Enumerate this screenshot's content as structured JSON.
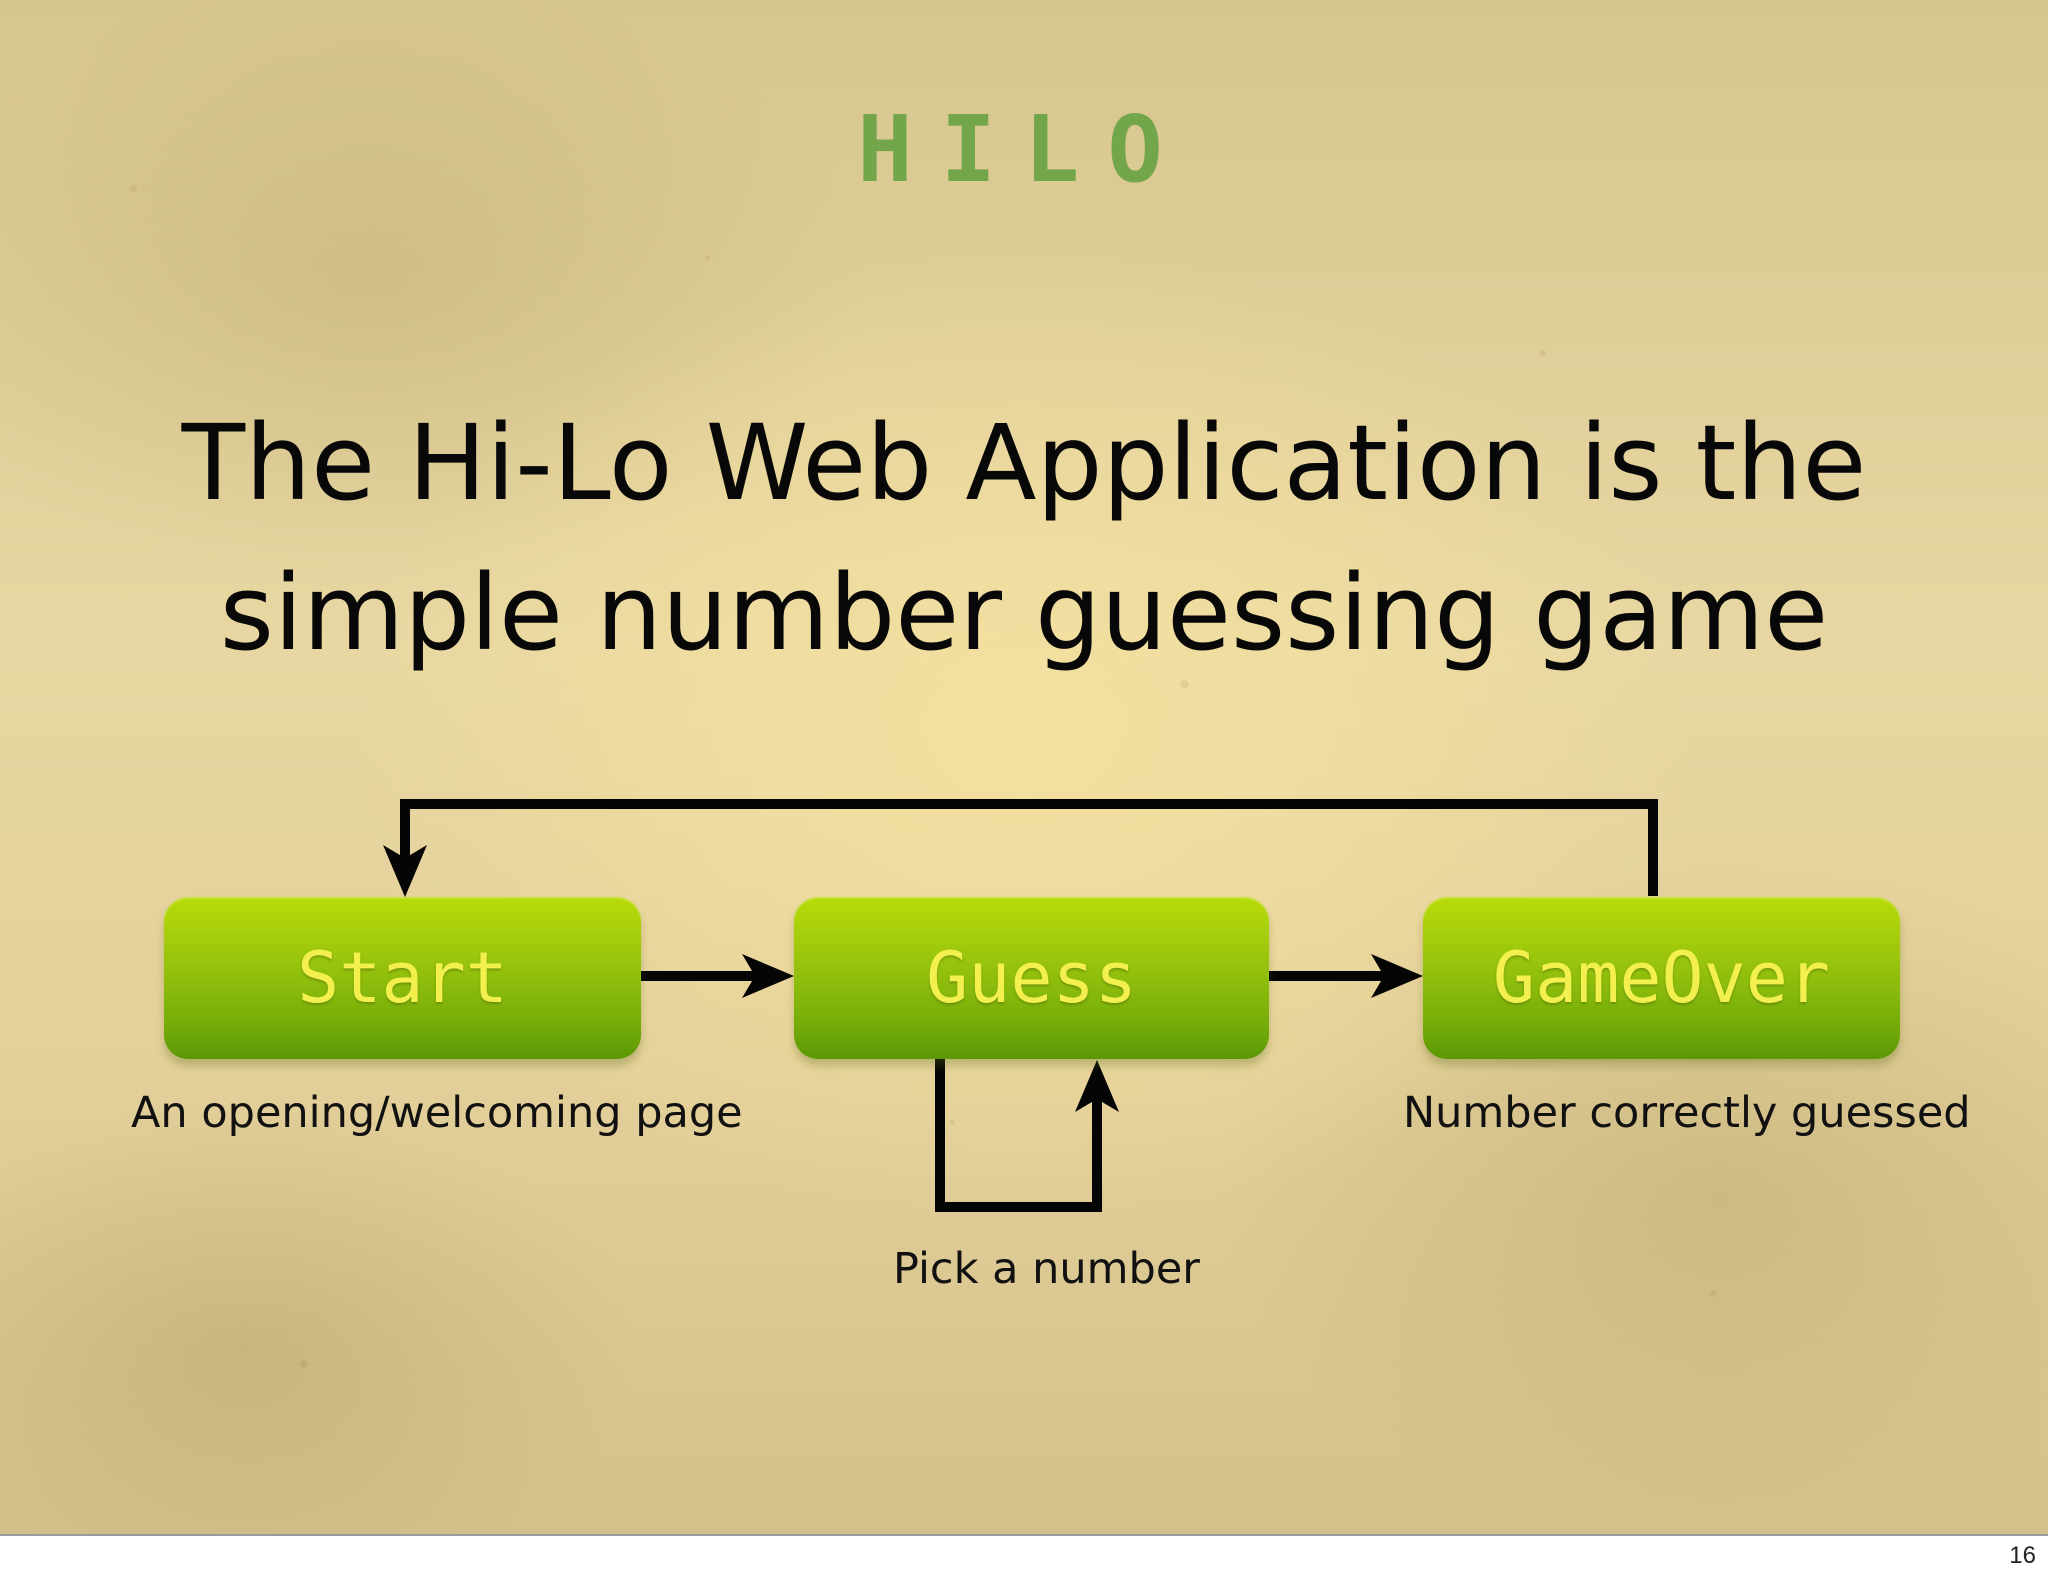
{
  "slide": {
    "logo": "HILO",
    "title_lines": [
      "The Hi-Lo Web Application is the",
      "simple number guessing game"
    ],
    "page_number": "16"
  },
  "diagram": {
    "states": [
      {
        "label": "Start"
      },
      {
        "label": "Guess"
      },
      {
        "label": "GameOver"
      }
    ],
    "captions": {
      "start": "An opening/welcoming page",
      "guess": "Pick a number",
      "gameover": "Number correctly guessed"
    }
  },
  "colors": {
    "logo": "#73a64a",
    "box_top": "#b8db0a",
    "box_bottom": "#5c9805",
    "label": "#f2ef4f",
    "text": "#080808"
  },
  "icons": {
    "arrows": "arrowhead-glyphs"
  }
}
